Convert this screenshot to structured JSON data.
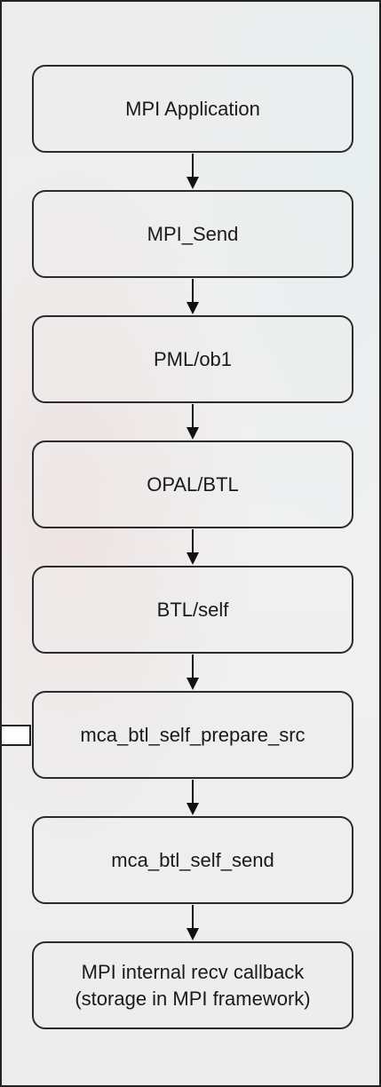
{
  "diagram": {
    "nodes": [
      {
        "lines": [
          "MPI Application"
        ]
      },
      {
        "lines": [
          "MPI_Send"
        ]
      },
      {
        "lines": [
          "PML/ob1"
        ]
      },
      {
        "lines": [
          "OPAL/BTL"
        ]
      },
      {
        "lines": [
          "BTL/self"
        ]
      },
      {
        "lines": [
          "mca_btl_self_prepare_src"
        ]
      },
      {
        "lines": [
          "mca_btl_self_send"
        ]
      },
      {
        "lines": [
          "MPI internal recv callback",
          "(storage in MPI framework)"
        ]
      }
    ]
  }
}
